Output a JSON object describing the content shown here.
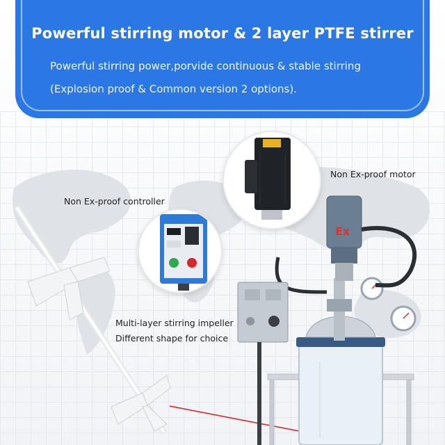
{
  "banner": {
    "title": "Powerful stirring motor & 2 layer PTFE stirrer",
    "line1": "Powerful stirring power,porvide continuous & stable stirring",
    "line2": "(Explosion proof & Common version 2 options)."
  },
  "labels": {
    "motor": "Non Ex-proof motor",
    "controller": "Non Ex-proof controller",
    "impeller_line1": "Multi-layer stirring impeller",
    "impeller_line2": "Different shape for choice"
  },
  "colors": {
    "banner_blue": "#2b78e4",
    "pointer_red": "#d9262b"
  }
}
